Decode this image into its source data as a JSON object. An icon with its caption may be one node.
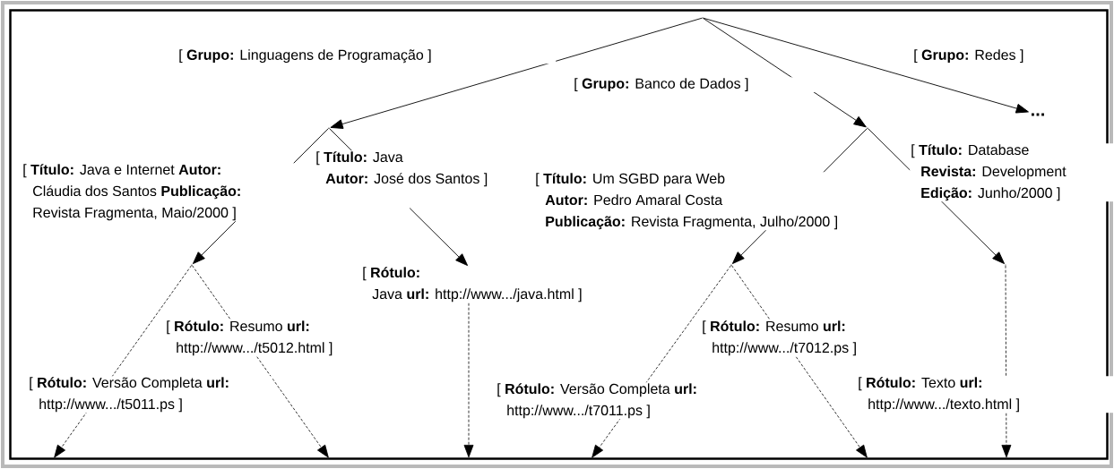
{
  "diagram": {
    "nodes": [
      {
        "text": [],
        "shape": "point"
      },
      {
        "text": [],
        "shape": "point"
      },
      {
        "text": [],
        "shape": "point"
      },
      {
        "text": [
          "..."
        ]
      },
      {
        "text": [],
        "shape": "point"
      },
      {
        "text": [],
        "shape": "point"
      },
      {
        "text": [],
        "shape": "point"
      },
      {
        "text": [],
        "shape": "point"
      }
    ],
    "edges": [
      {
        "from": 0,
        "to": 1,
        "arrow": "to",
        "label": "[ **Grupo:** Linguagens de Programação ]"
      },
      {
        "from": 0,
        "to": 2,
        "arrow": "to",
        "label": "[ **Grupo:** Banco de Dados ]"
      },
      {
        "from": 0,
        "to": 3,
        "arrow": "to",
        "label": "[ **Grupo:** Redes ]"
      },
      {
        "from": 1,
        "to": 4,
        "arrow": "to",
        "label": "[ **Título:** Java e Internet **Autor:** Cláudia dos Santos **Publicação:** Revista Fragmenta, Maio/2000 ]"
      },
      {
        "from": 1,
        "to": 5,
        "arrow": "to",
        "label": "[ **Título:** Java **Autor:** José dos Santos ]"
      },
      {
        "from": 2,
        "to": 6,
        "arrow": "to",
        "label": "[ **Título:** Um SGBD para Web **Autor:** Pedro Amaral Costa **Publicação:** Revista Fragmenta, Julho/2000 ]"
      },
      {
        "from": 2,
        "to": 7,
        "arrow": "to",
        "label": "[ **Título:** Database **Revista:** Development **Edição:** Junho/2000 ]"
      },
      {
        "from": 4,
        "to": null,
        "arrow": "to",
        "style": "dashed",
        "label": "[ **Rótulo:** Versão Completa **url:** http://www.../t5011.ps ]"
      },
      {
        "from": 4,
        "to": null,
        "arrow": "to",
        "style": "dashed",
        "label": "[ **Rótulo:** Resumo **url:** http://www.../t5012.html ]"
      },
      {
        "from": 5,
        "to": null,
        "arrow": "to",
        "style": "dashed",
        "label": "[ **Rótulo:** Java **url:** http://www.../java.html ]"
      },
      {
        "from": 6,
        "to": null,
        "arrow": "to",
        "style": "dashed",
        "label": "[ **Rótulo:** Versão Completa **url:** http://www.../t7011.ps ]"
      },
      {
        "from": 6,
        "to": null,
        "arrow": "to",
        "style": "dashed",
        "label": "[ **Rótulo:** Resumo **url:** http://www.../t7012.ps ]"
      },
      {
        "from": 7,
        "to": null,
        "arrow": "to",
        "style": "dashed",
        "label": "[ **Rótulo:** Texto **url:** http://www.../texto.html ]"
      }
    ]
  }
}
